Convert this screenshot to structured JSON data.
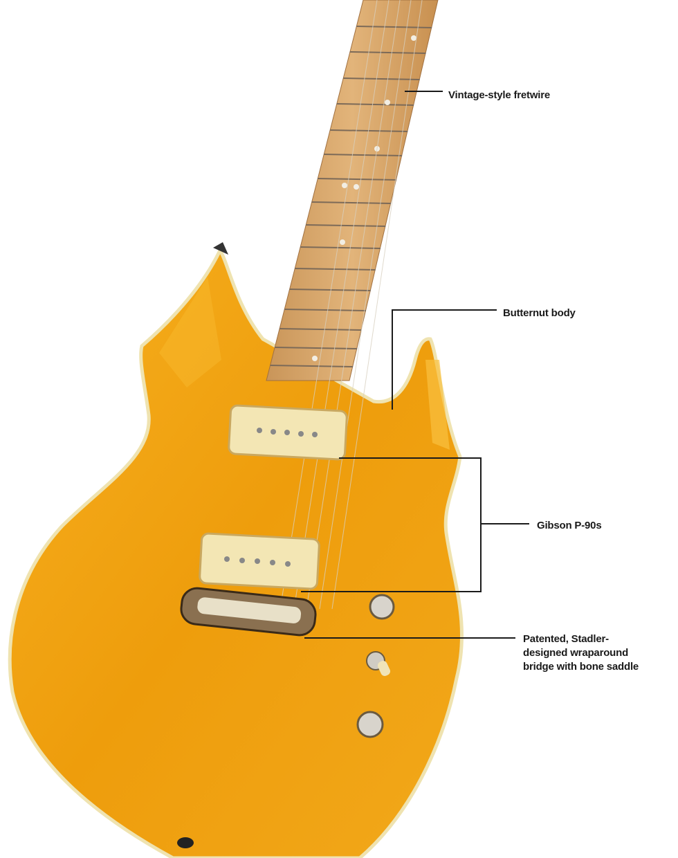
{
  "callouts": {
    "fretwire": "Vintage-style fretwire",
    "body": "Butternut body",
    "pickups": "Gibson P-90s",
    "bridge_lines": [
      "Patented, Stadler-",
      "designed wraparound",
      "bridge with bone saddle"
    ]
  },
  "colors": {
    "body": "#f0a010",
    "neck": "#d9a86a",
    "pickup": "#f3e6b4",
    "line": "#1a1a1a"
  }
}
